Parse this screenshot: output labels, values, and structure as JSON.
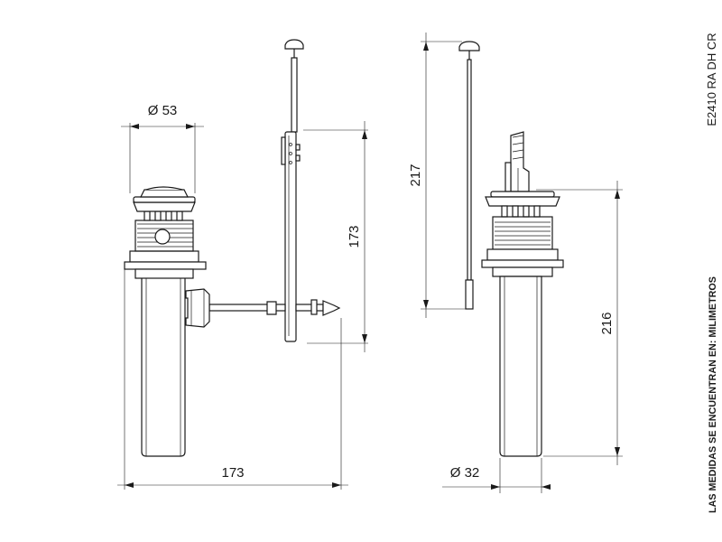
{
  "drawing": {
    "code": "E2410 RA DH CR",
    "note": "LAS MEDIDAS SE ENCUENTRAN EN: MILIMETROS"
  },
  "dimensions": {
    "left_diameter": "Ø 53",
    "left_height": "173",
    "left_width": "173",
    "right_rod": "217",
    "right_height": "216",
    "right_diameter": "Ø 32"
  }
}
